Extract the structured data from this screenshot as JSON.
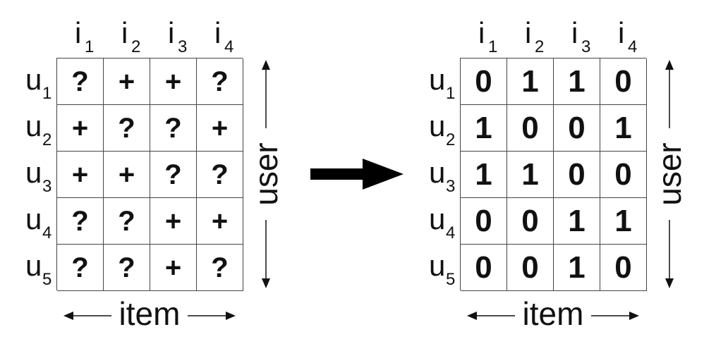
{
  "diagram": {
    "column_labels": [
      {
        "base": "i",
        "sub": "1"
      },
      {
        "base": "i",
        "sub": "2"
      },
      {
        "base": "i",
        "sub": "3"
      },
      {
        "base": "i",
        "sub": "4"
      }
    ],
    "row_labels": [
      {
        "base": "u",
        "sub": "1"
      },
      {
        "base": "u",
        "sub": "2"
      },
      {
        "base": "u",
        "sub": "3"
      },
      {
        "base": "u",
        "sub": "4"
      },
      {
        "base": "u",
        "sub": "5"
      }
    ],
    "user_axis_label": "user",
    "item_axis_label": "item",
    "left_matrix": [
      [
        "?",
        "+",
        "+",
        "?"
      ],
      [
        "+",
        "?",
        "?",
        "+"
      ],
      [
        "+",
        "+",
        "?",
        "?"
      ],
      [
        "?",
        "?",
        "+",
        "+"
      ],
      [
        "?",
        "?",
        "+",
        "?"
      ]
    ],
    "right_matrix": [
      [
        "0",
        "1",
        "1",
        "0"
      ],
      [
        "1",
        "0",
        "0",
        "1"
      ],
      [
        "1",
        "1",
        "0",
        "0"
      ],
      [
        "0",
        "0",
        "1",
        "1"
      ],
      [
        "0",
        "0",
        "1",
        "0"
      ]
    ],
    "line_color": "#444444",
    "text_color": "#111111"
  }
}
